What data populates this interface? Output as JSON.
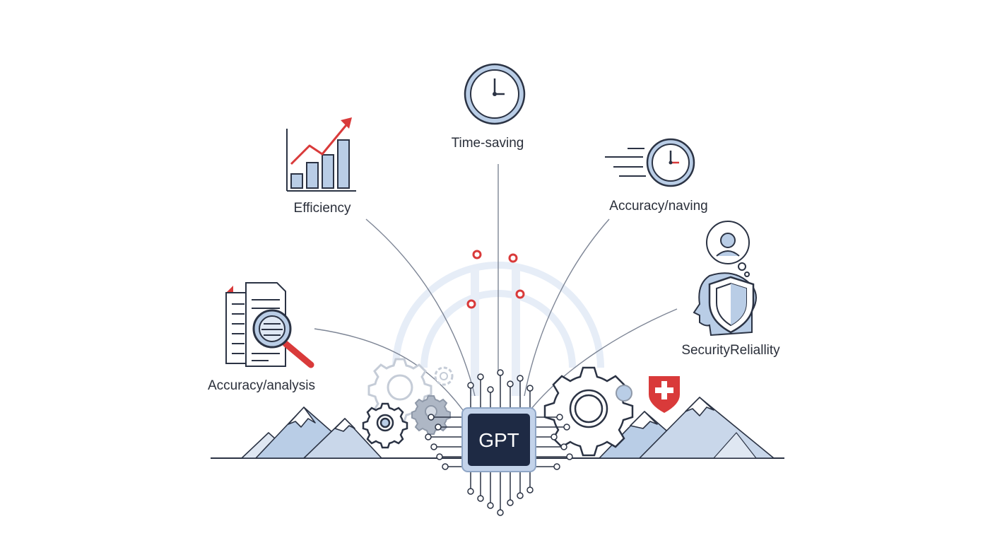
{
  "labels": {
    "time_saving": "Time-saving",
    "efficiency": "Efficiency",
    "accuracy_naving": "Accuracy/naving",
    "accuracy_analysis": "Accuracy/analysis",
    "security_reliability": "SecurityReliallity"
  },
  "chip": {
    "text": "GPT"
  },
  "icons": {
    "time_saving": "clock-icon",
    "efficiency": "growth-bar-chart-icon",
    "accuracy_naving": "fast-clock-icon",
    "accuracy_analysis": "document-magnifier-icon",
    "security_reliability": "head-shield-icon",
    "chip": "processor-chip-icon",
    "badge": "red-cross-shield-icon"
  },
  "colors": {
    "line": "#2b3344",
    "fill_blue": "#b9cde6",
    "chip_body": "#1e2a44",
    "chip_frame": "#c3d3ea",
    "accent_red": "#d93a3a"
  }
}
